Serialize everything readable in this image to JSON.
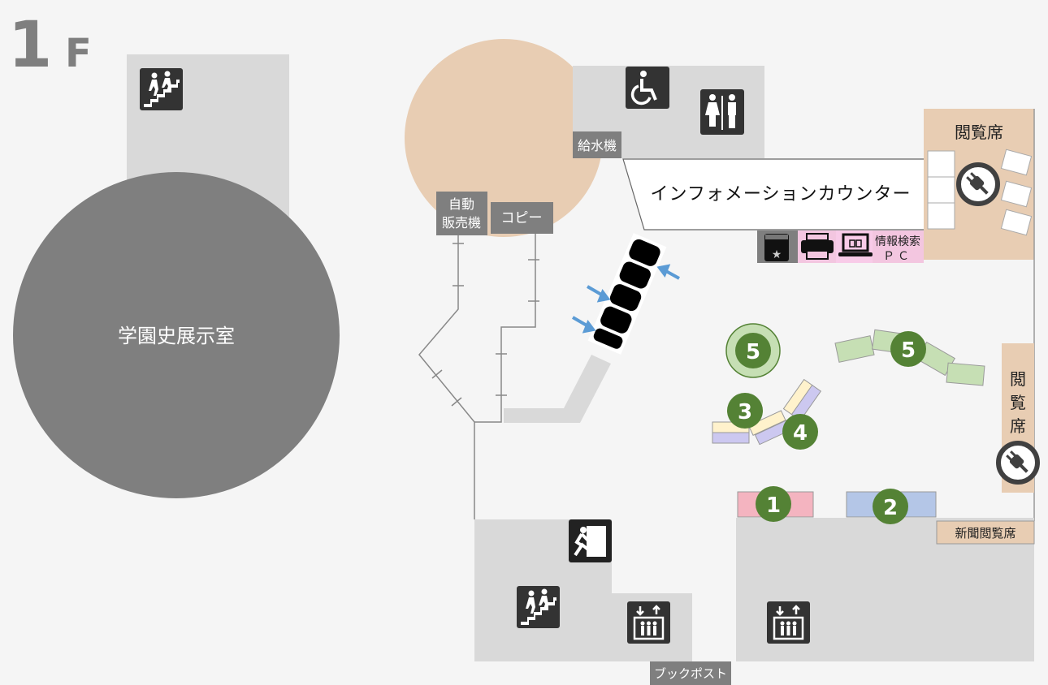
{
  "floor": {
    "label": "1F",
    "num": "1",
    "letter": "F"
  },
  "rooms": {
    "history_room": "学園史展示室",
    "water": "給水機",
    "vending": [
      "自動",
      "販売機"
    ],
    "copy": "コピー",
    "info_counter": "インフォメーションカウンター",
    "reading_top": "閲覧席",
    "reading_side": [
      "閲",
      "覧",
      "席"
    ],
    "search_pc": [
      "情報検索",
      "ＰＣ"
    ],
    "newspaper": "新聞閲覧席",
    "book_post": "ブックポスト"
  },
  "seat_numbers": [
    "1",
    "2",
    "3",
    "4",
    "5",
    "5"
  ],
  "colors": {
    "bg": "#f5f5f5",
    "dark_gray": "#7f7f7f",
    "light_gray": "#d9d9d9",
    "tan": "#e8cdb3",
    "green": "#548235",
    "light_green": "#c6dfb4",
    "pink": "#f4b4c0",
    "blue": "#b4c6e7",
    "pc_pink": "#f3c6e0",
    "arrow": "#5b9bd5"
  },
  "icons": [
    "stairs-icon",
    "wheelchair-icon",
    "restroom-icon",
    "outlet-icon",
    "book-star-icon",
    "printer-icon",
    "laptop-icon",
    "exit-icon",
    "elevator-icon"
  ]
}
